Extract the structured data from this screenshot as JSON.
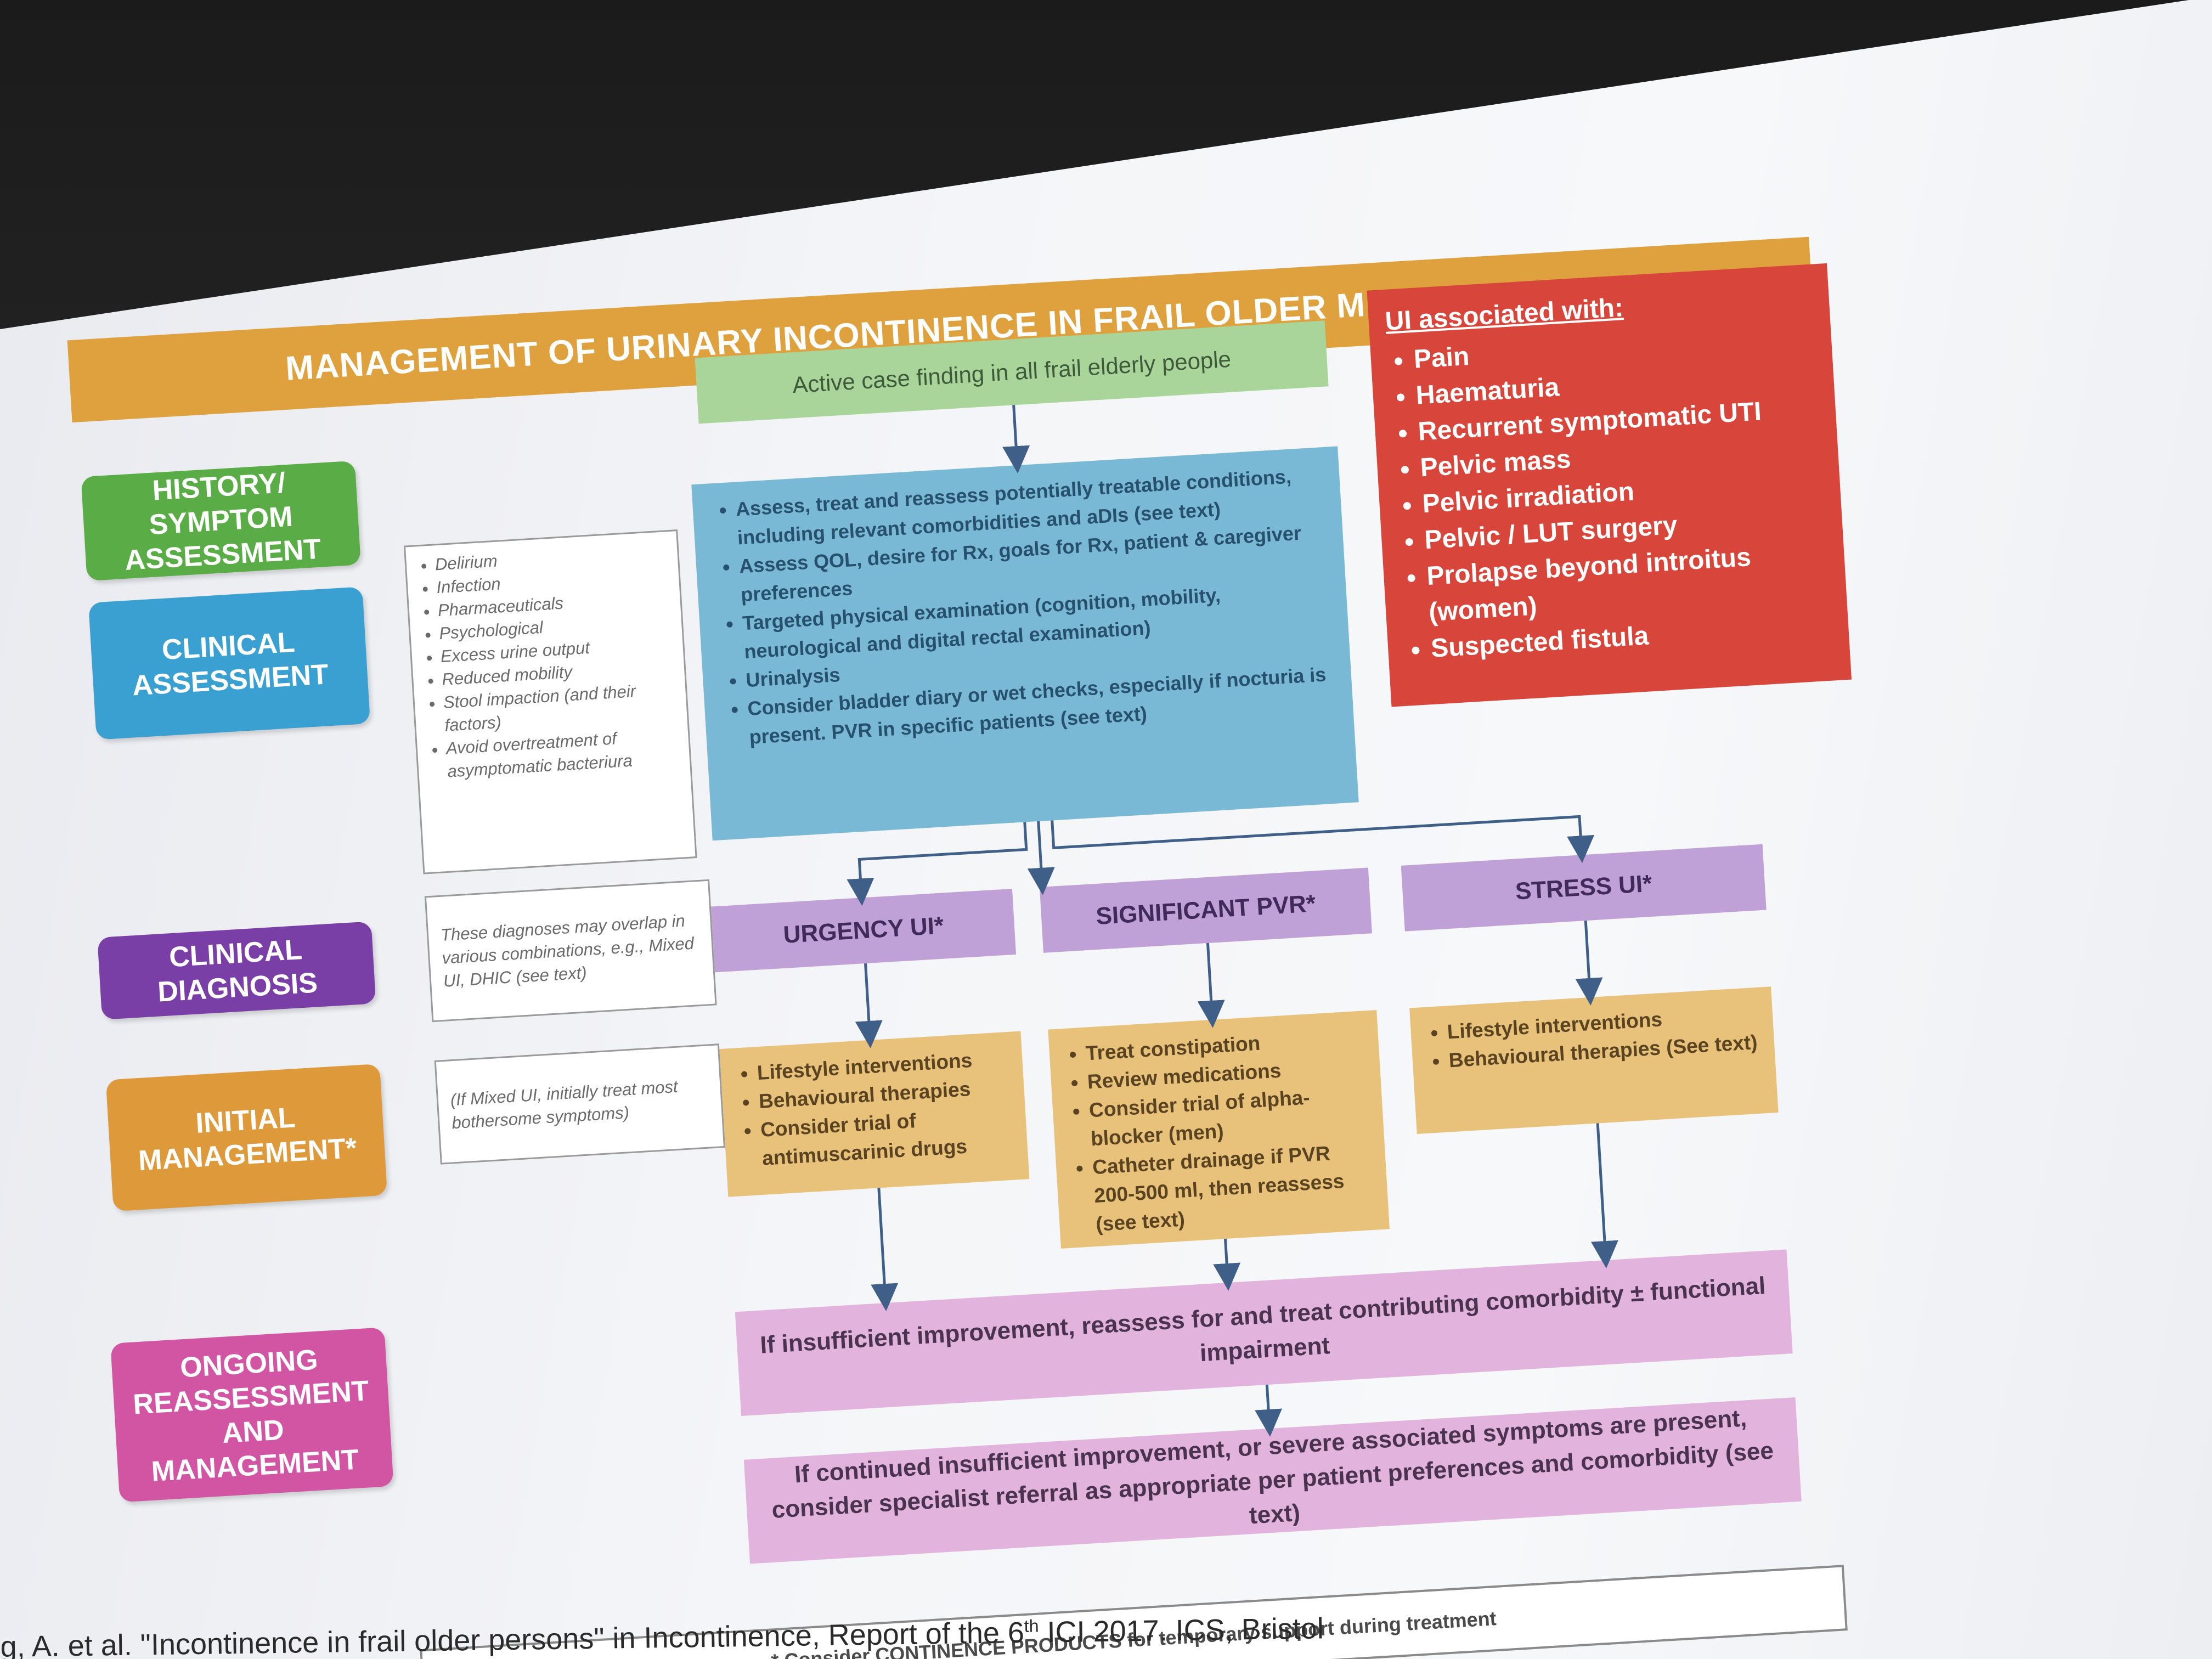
{
  "title": "MANAGEMENT OF URINARY INCONTINENCE IN FRAIL OLDER MEN & WOMEN",
  "stages": {
    "history": "HISTORY/ SYMPTOM ASSESSMENT",
    "clinical": "CLINICAL ASSESSMENT",
    "diagnosis": "CLINICAL DIAGNOSIS",
    "initial": "INITIAL MANAGEMENT*",
    "ongoing": "ONGOING REASSESSMENT AND MANAGEMENT"
  },
  "case_finding": "Active case finding in all frail elderly people",
  "assessment_items": [
    "Assess, treat and reassess potentially treatable conditions, including relevant comorbidities and aDIs (see text)",
    "Assess QOL, desire for Rx, goals for Rx, patient & caregiver preferences",
    "Targeted physical examination (cognition, mobility, neurological and digital rectal examination)",
    "Urinalysis",
    "Consider bladder diary or wet checks, especially if nocturia is present. PVR in specific patients (see text)"
  ],
  "factors": [
    "Delirium",
    "Infection",
    "Pharmaceuticals",
    "Psychological",
    "Excess urine output",
    "Reduced mobility",
    "Stool impaction (and their factors)",
    "Avoid overtreatment of asymptomatic bacteriura"
  ],
  "red_flags": {
    "heading": "UI associated with:",
    "items": [
      "Pain",
      "Haematuria",
      "Recurrent symptomatic UTI",
      "Pelvic mass",
      "Pelvic irradiation",
      "Pelvic / LUT surgery",
      "Prolapse beyond introitus (women)",
      "Suspected fistula"
    ]
  },
  "diagnosis_note": "These diagnoses may overlap in various combinations, e.g., Mixed UI, DHIC (see text)",
  "initial_note": "(If Mixed UI, initially treat most bothersome symptoms)",
  "diagnoses": {
    "urgency": "URGENCY UI*",
    "pvr": "SIGNIFICANT PVR*",
    "stress": "STRESS UI*"
  },
  "management": {
    "urgency": [
      "Lifestyle interventions",
      "Behavioural therapies",
      "Consider trial of antimuscarinic drugs"
    ],
    "pvr": [
      "Treat constipation",
      "Review medications",
      "Consider trial of alpha-blocker (men)",
      "Catheter drainage if PVR 200-500 ml, then reassess (see text)"
    ],
    "stress": [
      "Lifestyle interventions",
      "Behavioural therapies (See text)"
    ]
  },
  "ongoing_1": "If insufficient improvement, reassess for and treat contributing comorbidity ± functional impairment",
  "ongoing_2": "If continued insufficient improvement, or severe associated symptoms are present, consider specialist referral as appropriate per patient preferences and comorbidity (see text)",
  "footnote": "* Consider CONTINENCE PRODUCTS for temporary support during treatment",
  "citation": {
    "before": "g, A. et al. \"Incontinence in frail older persons\" in Incontinence, Report of the 6",
    "sup": "th",
    "after": " ICI 2017. ICS, Bristol"
  },
  "colors": {
    "title": "#dea13e",
    "history": "#5aad46",
    "clinical": "#3aa0d2",
    "diagnosis": "#7a3fa6",
    "initial": "#de9a3a",
    "ongoing": "#d255a4",
    "red_flags": "#d8453a",
    "arrow": "#3f5f88"
  }
}
